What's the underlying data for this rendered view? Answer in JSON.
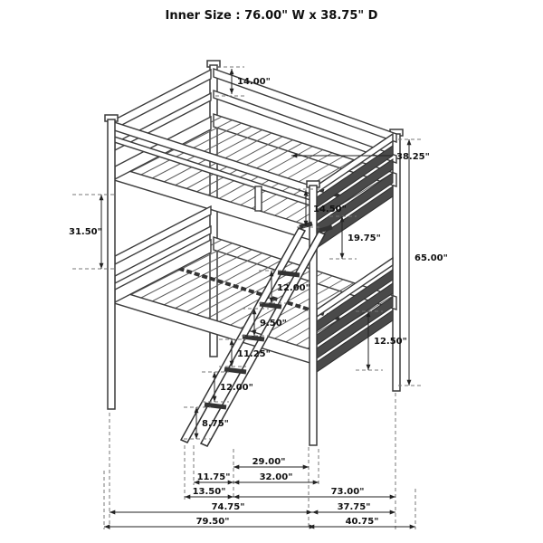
{
  "title": "Inner Size : 76.00\" W x  38.75\" D",
  "dimensions": {
    "headboard_top": "14.00\"",
    "inner_depth": "38.25\"",
    "bunk_spacing": "31.50\"",
    "guard_rail_height": "14.50\"",
    "under_bunk_clearance": "19.75\"",
    "overall_height": "65.00\"",
    "rail_to_rung": "12.00\"",
    "rung_gap_top": "9.50\"",
    "rung_gap_mid": "11.25\"",
    "rung_gap_lower": "12.00\"",
    "rung_to_floor": "8.75\"",
    "footboard_panel": "12.50\"",
    "ladder_reach": "29.00\"",
    "ladder_foot_offset": "11.75\"",
    "ladder_base_depth": "32.00\"",
    "ladder_base_offset": "13.50\"",
    "inner_length": "73.00\"",
    "frame_length": "74.75\"",
    "inner_width": "37.75\"",
    "overall_length": "79.50\"",
    "overall_width": "40.75\""
  }
}
